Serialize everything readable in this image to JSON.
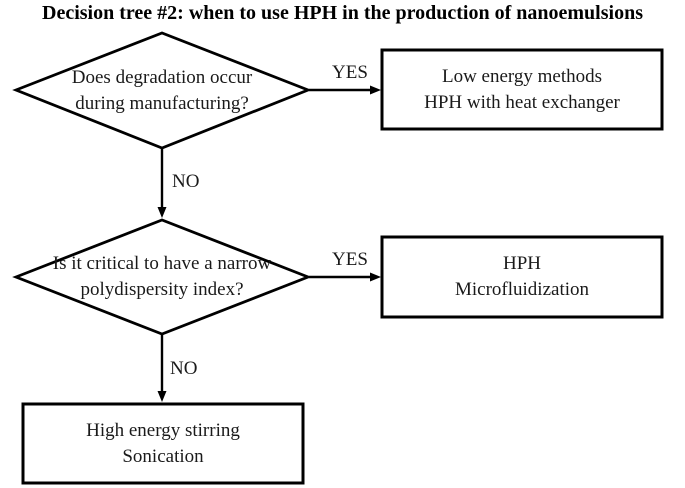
{
  "title": "Decision tree #2: when to use HPH in the production of nanoemulsions",
  "flowchart": {
    "decisions": [
      {
        "id": "degradation",
        "lines": [
          "Does degradation occur",
          "during manufacturing?"
        ]
      },
      {
        "id": "polydispersity",
        "lines": [
          "Is it critical to have a narrow",
          "polydispersity index?"
        ]
      }
    ],
    "outcomes": [
      {
        "id": "low-energy",
        "lines": [
          "Low energy methods",
          "HPH with heat exchanger"
        ]
      },
      {
        "id": "hph-microfluidization",
        "lines": [
          "HPH",
          "Microfluidization"
        ]
      },
      {
        "id": "high-energy",
        "lines": [
          "High energy stirring",
          "Sonication"
        ]
      }
    ],
    "edge_labels": {
      "yes1": "YES",
      "no1": "NO",
      "yes2": "YES",
      "no2": "NO"
    }
  },
  "colors": {
    "stroke": "#000000",
    "text": "#1a1a1a",
    "background": "#ffffff"
  }
}
